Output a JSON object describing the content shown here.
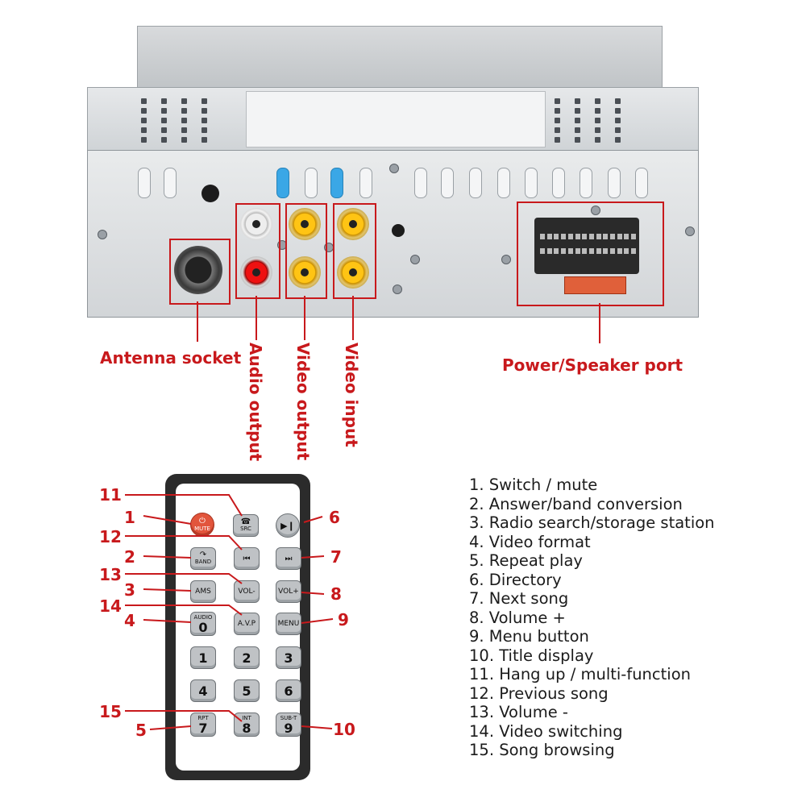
{
  "connector_labels": {
    "antenna": "Antenna socket",
    "audio_output": "Audio output",
    "video_output": "Video output",
    "video_input": "Video input",
    "power_speaker": "Power/Speaker port"
  },
  "remote": {
    "keys": {
      "mute": {
        "icon": "power-icon",
        "text": "MUTE"
      },
      "src": {
        "icon": "hang-up-icon",
        "text": "SRC"
      },
      "play_pause": {
        "icon": "play-pause-icon"
      },
      "band": {
        "icon": "answer-icon",
        "text": "BAND"
      },
      "prev": {
        "icon": "previous-track-icon"
      },
      "next": {
        "icon": "next-track-icon"
      },
      "ams": "AMS",
      "vol_minus": "VOL-",
      "vol_plus": "VOL+",
      "audio_top": "AUDIO",
      "audio_num": "0",
      "avp": "A.V.P",
      "menu": "MENU",
      "n1": "1",
      "n2": "2",
      "n3": "3",
      "n4": "4",
      "n5": "5",
      "n6": "6",
      "rpt_top": "RPT",
      "rpt_num": "7",
      "int_top": "INT",
      "int_num": "8",
      "subt_top": "SUB-T",
      "subt_num": "9"
    },
    "callouts": {
      "c1": "1",
      "c2": "2",
      "c3": "3",
      "c4": "4",
      "c5": "5",
      "c6": "6",
      "c7": "7",
      "c8": "8",
      "c9": "9",
      "c10": "10",
      "c11": "11",
      "c12": "12",
      "c13": "13",
      "c14": "14",
      "c15": "15"
    }
  },
  "legend": [
    "1. Switch / mute",
    "2. Answer/band conversion",
    "3. Radio search/storage station",
    "4. Video format",
    "5. Repeat play",
    "6. Directory",
    "7. Next song",
    "8. Volume +",
    "9. Menu button",
    "10. Title display",
    "11. Hang up / multi-function",
    "12. Previous song",
    "13. Volume -",
    "14. Video switching",
    "15. Song browsing"
  ],
  "colors": {
    "accent": "#c8191c",
    "rca_yellow": "#ffc414",
    "rca_red": "#e11111",
    "vent_blue": "#3aa7e6"
  }
}
